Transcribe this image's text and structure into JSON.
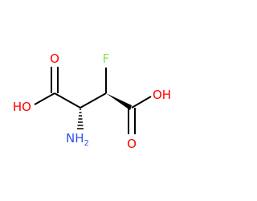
{
  "molecule": {
    "atoms": {
      "o_left_carbonyl": {
        "label": "O",
        "color": "#ff0000"
      },
      "oh_left": {
        "label": "HO",
        "color": "#ff0000"
      },
      "f": {
        "label": "F",
        "color": "#90e050"
      },
      "oh_right": {
        "label": "OH",
        "color": "#ff0000"
      },
      "o_right_carbonyl": {
        "label": "O",
        "color": "#ff0000"
      },
      "nh2": {
        "label": "NH",
        "subscript": "2",
        "color": "#3050f8"
      }
    },
    "bond_color": "#000000"
  }
}
